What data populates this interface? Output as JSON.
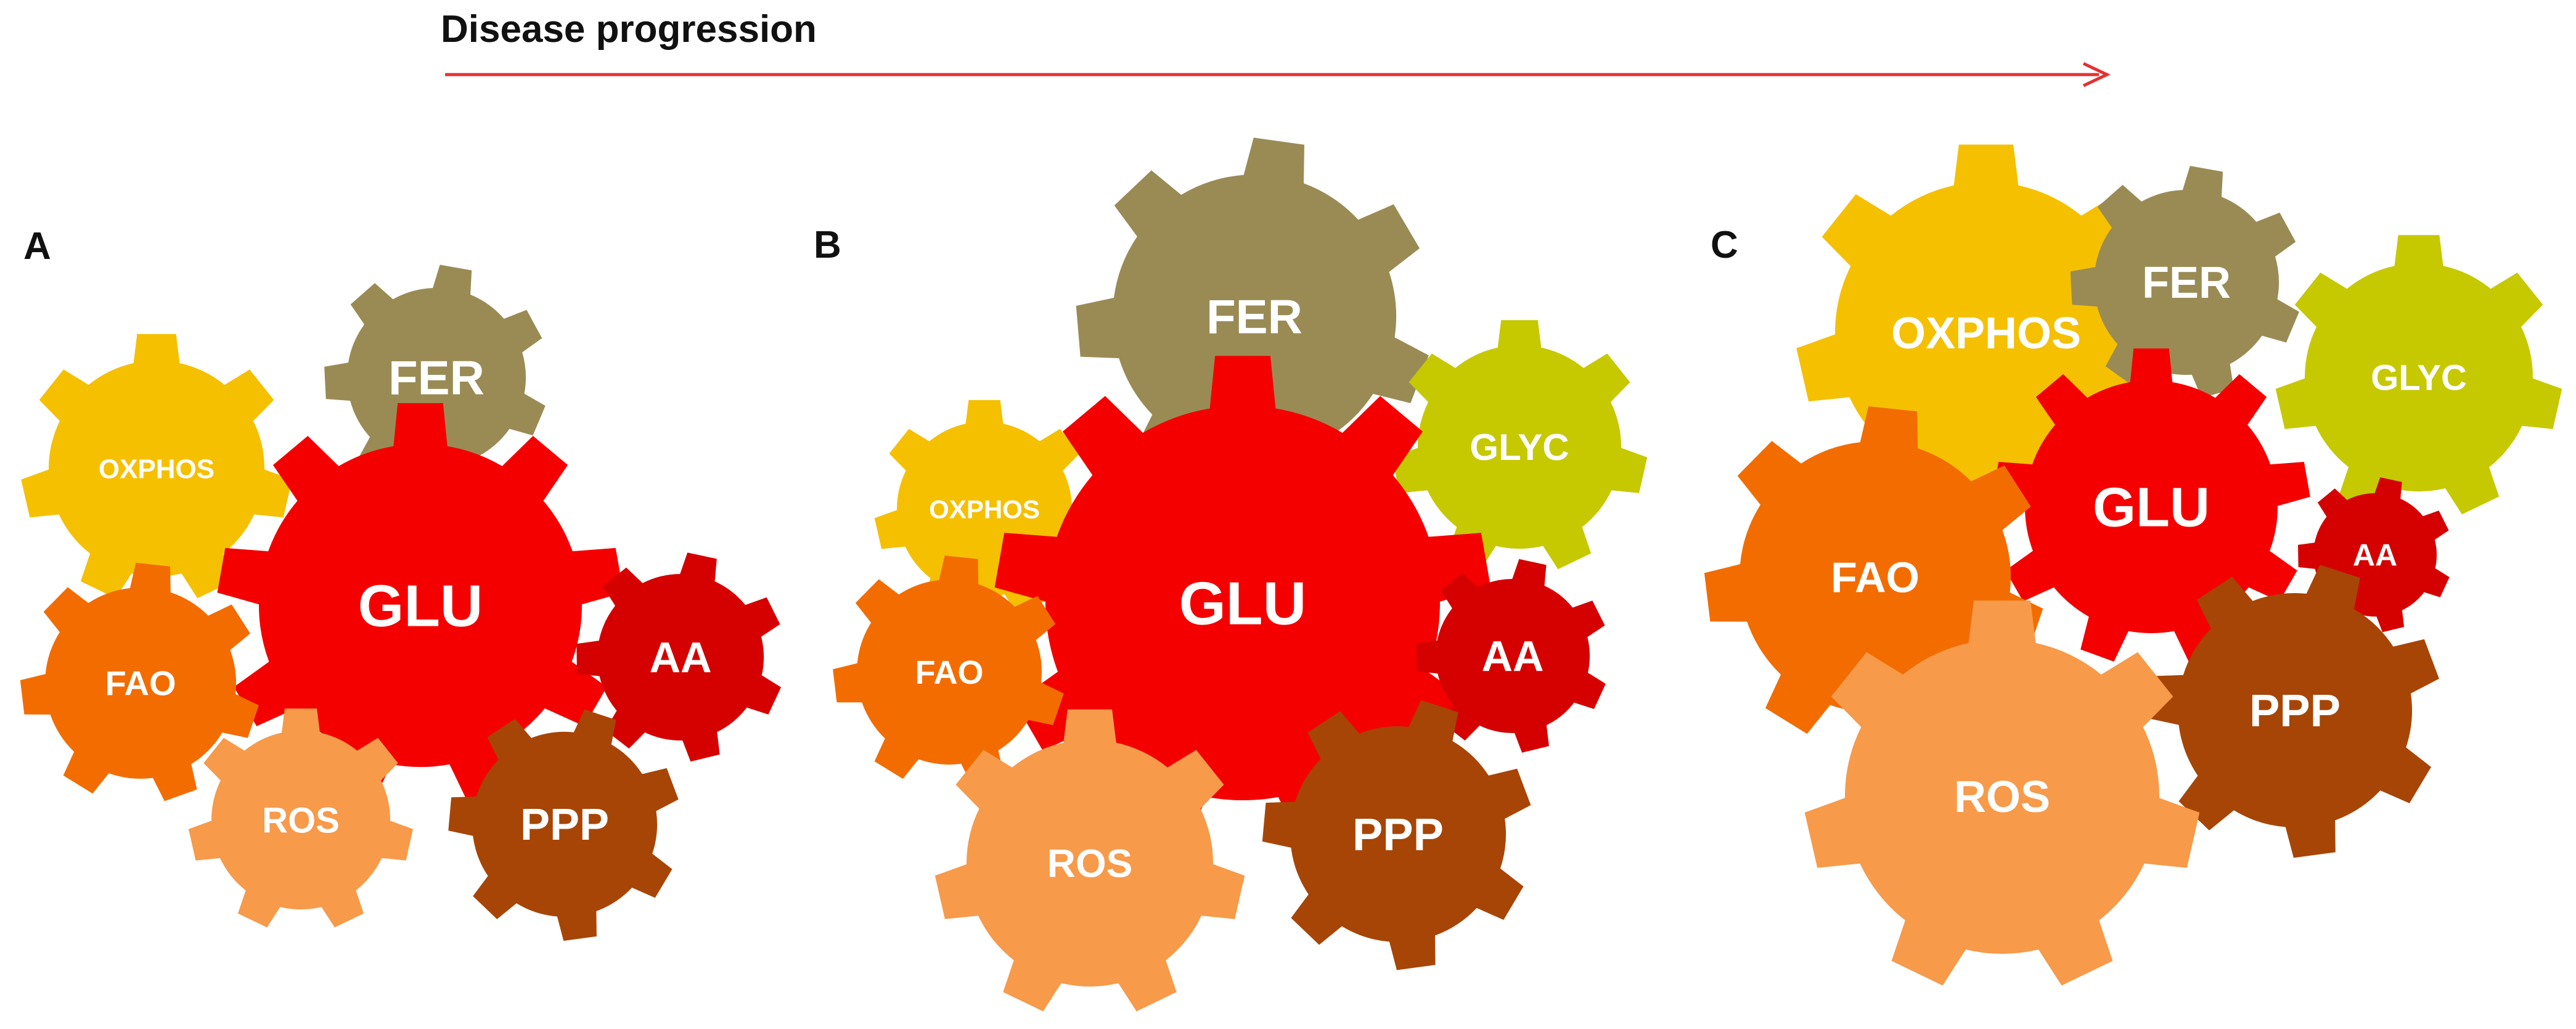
{
  "header": {
    "title": "Disease progression",
    "arrow_color": "#e53030"
  },
  "panels": [
    {
      "id": "A",
      "label": "A",
      "gears": [
        {
          "key": "fer",
          "label": "FER",
          "color": "#9a8b55"
        },
        {
          "key": "oxphos",
          "label": "OXPHOS",
          "color": "#f5c000"
        },
        {
          "key": "glu",
          "label": "GLU",
          "color": "#f40000"
        },
        {
          "key": "aa",
          "label": "AA",
          "color": "#d50000"
        },
        {
          "key": "fao",
          "label": "FAO",
          "color": "#f36c00"
        },
        {
          "key": "ros",
          "label": "ROS",
          "color": "#f79a4a"
        },
        {
          "key": "ppp",
          "label": "PPP",
          "color": "#a74506"
        }
      ]
    },
    {
      "id": "B",
      "label": "B",
      "gears": [
        {
          "key": "fer",
          "label": "FER",
          "color": "#9a8b55"
        },
        {
          "key": "glyc",
          "label": "GLYC",
          "color": "#c6c800"
        },
        {
          "key": "oxphos",
          "label": "OXPHOS",
          "color": "#f5c000"
        },
        {
          "key": "glu",
          "label": "GLU",
          "color": "#f40000"
        },
        {
          "key": "aa",
          "label": "AA",
          "color": "#d50000"
        },
        {
          "key": "fao",
          "label": "FAO",
          "color": "#f36c00"
        },
        {
          "key": "ros",
          "label": "ROS",
          "color": "#f79a4a"
        },
        {
          "key": "ppp",
          "label": "PPP",
          "color": "#a74506"
        }
      ]
    },
    {
      "id": "C",
      "label": "C",
      "gears": [
        {
          "key": "oxphos",
          "label": "OXPHOS",
          "color": "#f5c000"
        },
        {
          "key": "fer",
          "label": "FER",
          "color": "#9a8b55"
        },
        {
          "key": "glyc",
          "label": "GLYC",
          "color": "#c6c800"
        },
        {
          "key": "glu",
          "label": "GLU",
          "color": "#f40000"
        },
        {
          "key": "fao",
          "label": "FAO",
          "color": "#f36c00"
        },
        {
          "key": "aa",
          "label": "AA",
          "color": "#d50000"
        },
        {
          "key": "ppp",
          "label": "PPP",
          "color": "#a74506"
        },
        {
          "key": "ros",
          "label": "ROS",
          "color": "#f79a4a"
        }
      ]
    }
  ]
}
